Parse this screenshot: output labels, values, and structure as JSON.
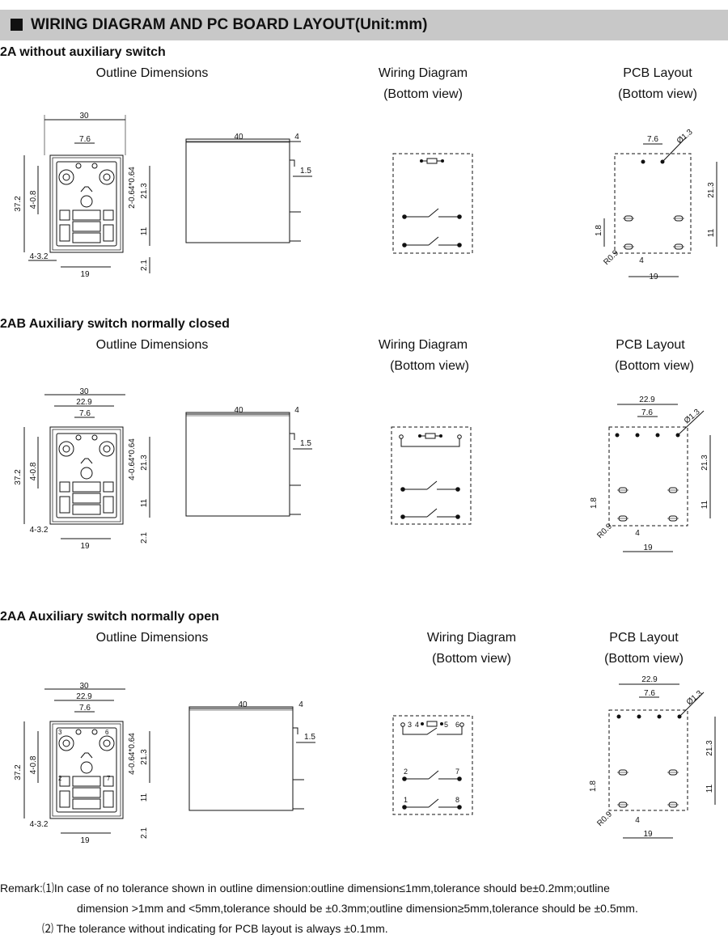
{
  "header": {
    "title": "WIRING DIAGRAM AND PC BOARD LAYOUT(Unit:mm)"
  },
  "labels": {
    "outline": "Outline Dimensions",
    "wiring": "Wiring Diagram",
    "pcb": "PCB Layout",
    "bottom_view": "(Bottom view)"
  },
  "sections": [
    {
      "title": "2A without auxiliary switch"
    },
    {
      "title": "2AB Auxiliary switch normally closed"
    },
    {
      "title": "2AA Auxiliary switch normally open"
    }
  ],
  "dims": {
    "d30": "30",
    "d22_9": "22.9",
    "d7_6": "7.6",
    "d37_2": "37.2",
    "d4_0_8": "4-0.8",
    "d2_064": "2-0.64*0.64",
    "d4_064": "4-0.64*0.64",
    "d21_3": "21.3",
    "d11": "11",
    "d4_3_2": "4-3.2",
    "d19": "19",
    "d2_1": "2.1",
    "d40": "40",
    "d4": "4",
    "d1_5": "1.5",
    "d_phi13": "Ø1.3",
    "d1_8": "1.8",
    "d_r09": "R0.9"
  },
  "pins": {
    "p3": "3",
    "p4": "4",
    "p5": "5",
    "p6": "6",
    "p2": "2",
    "p7": "7",
    "p1": "1",
    "p8": "8"
  },
  "remarks": {
    "line1": "Remark:⑴In case of no tolerance shown in outline dimension:outline dimension≤1mm,tolerance should be±0.2mm;outline",
    "line2": "dimension >1mm and <5mm,tolerance should be ±0.3mm;outline dimension≥5mm,tolerance should be ±0.5mm.",
    "line3": "⑵ The tolerance without indicating for PCB layout is always ±0.1mm."
  }
}
